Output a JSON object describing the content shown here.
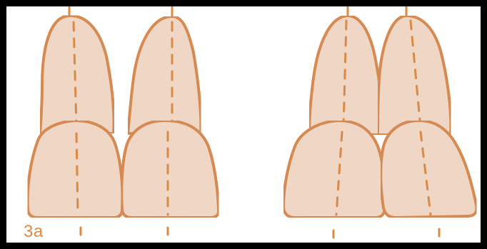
{
  "figure": {
    "label": "3a",
    "colors": {
      "frame": "#000000",
      "background": "#ffffff",
      "tooth_fill": "#f4d9c6",
      "tooth_outline": "#d9843c",
      "midline": "#d98a46",
      "label": "#e08a48"
    },
    "tooth_pairs": [
      {
        "name": "left-pair",
        "overlap": "side-by-side"
      },
      {
        "name": "right-pair",
        "overlap": "overlapping"
      }
    ]
  }
}
